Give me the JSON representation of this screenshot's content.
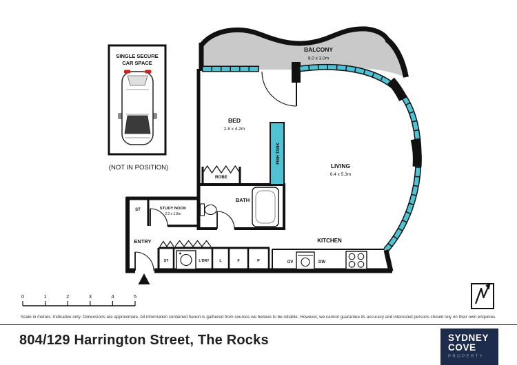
{
  "car_space": {
    "title_line1": "SINGLE SECURE",
    "title_line2": "CAR SPACE",
    "note": "(NOT IN POSITION)"
  },
  "rooms": {
    "balcony": {
      "name": "BALCONY",
      "dims": "8.0 x 3.0m"
    },
    "bed": {
      "name": "BED",
      "dims": "2.8 x 4.2m"
    },
    "living": {
      "name": "LIVING",
      "dims": "6.4 x 5.3m"
    },
    "study_nook": {
      "name": "STUDY NOOK",
      "dims": "2.0 x 1.8m"
    },
    "fish_tank": "FISH TANK",
    "robe": "ROBE",
    "bath": "BATH",
    "entry": "ENTRY",
    "kitchen": "KITCHEN",
    "storage_upper": "ST",
    "storage_lower": "ST",
    "laundry": "L'DRY",
    "linen": "L",
    "fridge": "F",
    "pantry": "P",
    "oven": "OV",
    "dishwasher": "DW"
  },
  "scale_bar": {
    "ticks": [
      "0",
      "1",
      "2",
      "3",
      "4",
      "5"
    ]
  },
  "footer": {
    "disclaimer": "Scale in metres. Indicative only. Dimensions are approximate. All information contained herein is gathered from sources we believe to be reliable. However, we cannot guarantee its accuracy and interested persons should rely on their own enquiries.",
    "address": "804/129 Harrington Street, The Rocks"
  },
  "brand": {
    "line1": "SYDNEY",
    "line2": "COVE",
    "line3": "PROPERTY"
  },
  "colors": {
    "window_glass": "#4fc3d4",
    "balcony_fill": "#c9c9c9",
    "wall": "#111111",
    "brand_bg": "#1d2b4c",
    "tail_light": "#cc2222"
  }
}
